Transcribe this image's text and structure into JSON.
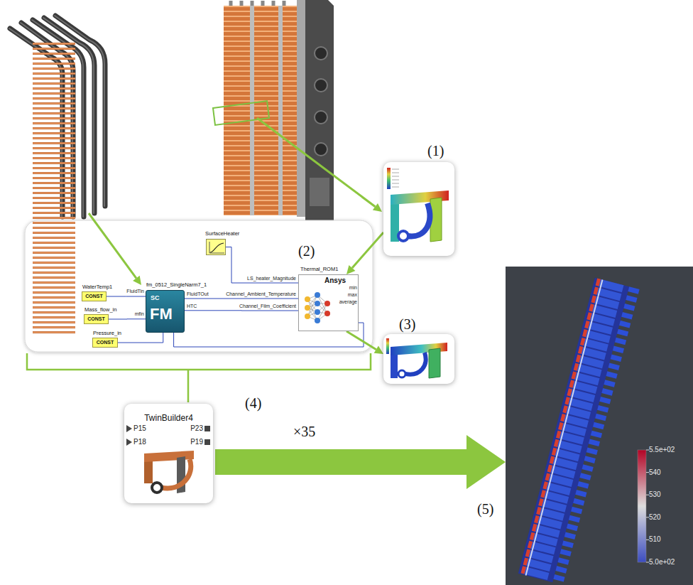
{
  "diagram": {
    "nodes": [
      {
        "text": [
          "(1)"
        ]
      },
      {
        "text": [
          "(2)"
        ]
      },
      {
        "text": [
          "SurfaceHeater"
        ],
        "in": 1
      },
      {
        "text": [
          "WaterTemp1",
          "CONST"
        ],
        "in": 1
      },
      {
        "text": [
          "Mass_flow_in",
          "CONST"
        ],
        "in": 1
      },
      {
        "text": [
          "Pressure_in",
          "CONST"
        ],
        "in": 1
      },
      {
        "text": [
          "fm_0512_SingleNarm7_1",
          "SC",
          "FM"
        ],
        "in": 1
      },
      {
        "text": [
          "Thermal_ROM1",
          "Ansys"
        ],
        "in": 1
      },
      {
        "text": [
          "(3)"
        ]
      },
      {
        "text": [
          "(4)",
          "TwinBuilder4"
        ]
      },
      {
        "text": [
          "(5)"
        ]
      }
    ],
    "edges": [
      {
        "from": 3,
        "to": 6,
        "arrow": "none"
      },
      {
        "from": 4,
        "to": 6,
        "arrow": "none"
      },
      {
        "from": 5,
        "to": 6,
        "arrow": "none"
      },
      {
        "from": 2,
        "to": 7,
        "arrow": "none"
      },
      {
        "from": 6,
        "to": 7,
        "arrow": "none"
      },
      {
        "from": 6,
        "to": 7,
        "arrow": "none"
      },
      {
        "from": 7,
        "to": 6,
        "arrow": "none"
      },
      {
        "from": 0,
        "to": 7,
        "arrow": "to"
      },
      {
        "from": 7,
        "to": 8,
        "arrow": "to"
      },
      {
        "from": 9,
        "to": 10,
        "arrow": "to",
        "label": "×35"
      }
    ],
    "labels": [
      "FluidTin",
      "mfin",
      "FluidTOut",
      "HTC",
      "LS_heater_Magnitude",
      "Channel_Ambient_Temperature",
      "Channel_Film_Coefficient",
      "min",
      "max",
      "average",
      "P15",
      "P18",
      "P23",
      "P19",
      "5.5e+02",
      "540",
      "530",
      "520",
      "510",
      "5.0e+02"
    ]
  }
}
